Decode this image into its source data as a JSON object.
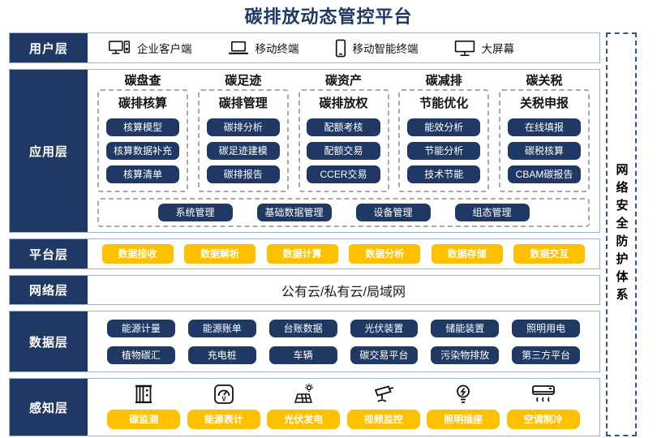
{
  "title": "碳排放动态管控平台",
  "security_box": {
    "label": "网络安全防护体系"
  },
  "colors": {
    "navy": "#1F3864",
    "orange": "#FFC000",
    "row_border": "#9FB3D1",
    "dashed_gray": "#A9A9A9",
    "dashed_blue": "#2F5597"
  },
  "layers": {
    "user": {
      "label": "用户层",
      "items": [
        {
          "icon": "desktop-pc-icon",
          "label": "企业客户端"
        },
        {
          "icon": "laptop-icon",
          "label": "移动终端"
        },
        {
          "icon": "smartphone-icon",
          "label": "移动智能终端"
        },
        {
          "icon": "big-screen-icon",
          "label": "大屏幕"
        }
      ]
    },
    "app": {
      "label": "应用层",
      "columns": [
        {
          "header": "碳盘查",
          "subheader": "碳排核算",
          "items": [
            "核算模型",
            "核算数据补充",
            "核算清单"
          ]
        },
        {
          "header": "碳足迹",
          "subheader": "碳排管理",
          "items": [
            "碳排分析",
            "碳足迹建模",
            "碳排报告"
          ]
        },
        {
          "header": "碳资产",
          "subheader": "碳排放权",
          "items": [
            "配额考核",
            "配额交易",
            "CCER交易"
          ]
        },
        {
          "header": "碳减排",
          "subheader": "节能优化",
          "items": [
            "能效分析",
            "节能分析",
            "技术节能"
          ]
        },
        {
          "header": "碳关税",
          "subheader": "关税申报",
          "items": [
            "在线填报",
            "碳税核算",
            "CBAM碳报告"
          ]
        }
      ],
      "common": [
        "系统管理",
        "基础数据管理",
        "设备管理",
        "组态管理"
      ]
    },
    "platform": {
      "label": "平台层",
      "items": [
        "数据接收",
        "数据解析",
        "数据计算",
        "数据分析",
        "数据存储",
        "数据交互"
      ]
    },
    "network": {
      "label": "网络层",
      "content": "公有云/私有云/局域网"
    },
    "data": {
      "label": "数据层",
      "row1": [
        "能源计量",
        "能源账单",
        "台账数据",
        "光伏装置",
        "储能装置",
        "照明用电"
      ],
      "row2": [
        "植物碳汇",
        "充电桩",
        "车辆",
        "碳交易平台",
        "污染物排放",
        "第三方平台"
      ]
    },
    "perception": {
      "label": "感知层",
      "items": [
        {
          "icon": "carbon-monitor-icon",
          "label": "碳监测"
        },
        {
          "icon": "energy-meter-icon",
          "label": "能源表计"
        },
        {
          "icon": "solar-panel-icon",
          "label": "光伏发电"
        },
        {
          "icon": "cctv-camera-icon",
          "label": "视频监控"
        },
        {
          "icon": "light-bulb-icon",
          "label": "照明插座"
        },
        {
          "icon": "air-conditioner-icon",
          "label": "空调制冷"
        }
      ]
    }
  }
}
